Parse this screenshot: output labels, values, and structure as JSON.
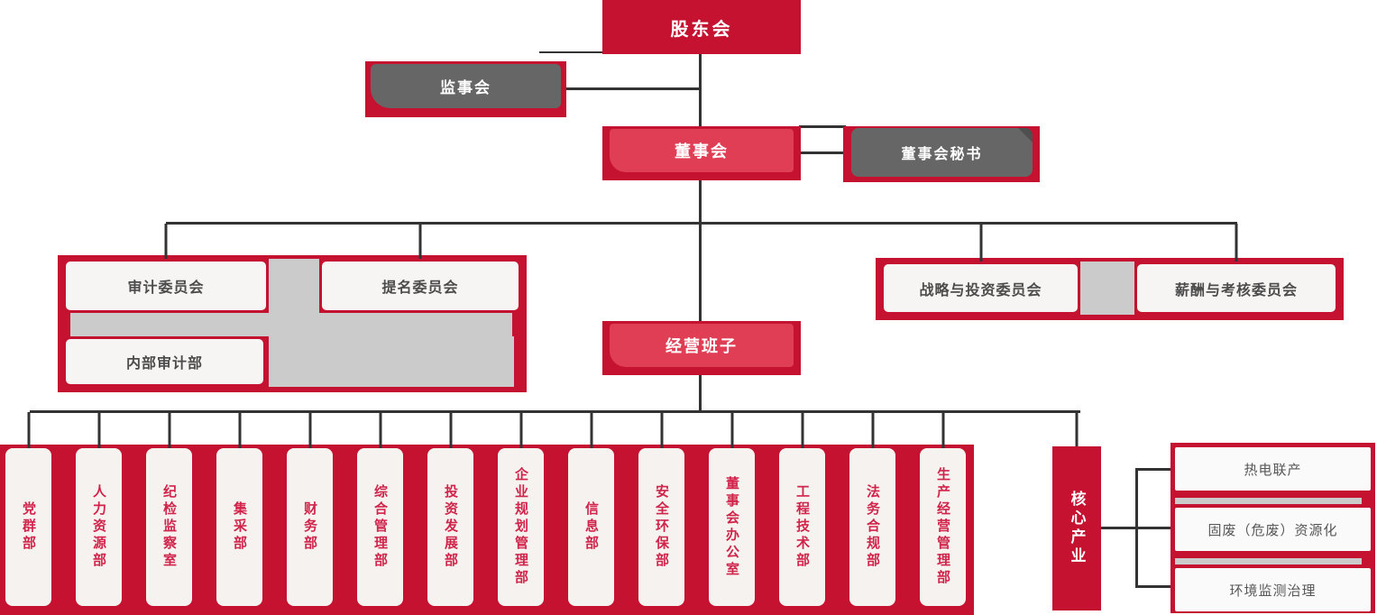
{
  "palette": {
    "crimson": "#c41230",
    "light_red": "#df3e55",
    "gray_box": "#666666",
    "light_gray": "#cbcbcb",
    "line": "#333333",
    "dept_text": "#d0244a",
    "committee_text": "#4c4c4c",
    "industry_text": "#575757"
  },
  "nodes": {
    "shareholders": "股东会",
    "supervisory": "监事会",
    "board": "董事会",
    "board_secretary": "董事会秘书",
    "management": "经营班子",
    "audit_committee": "审计委员会",
    "nomination_committee": "提名委员会",
    "internal_audit": "内部审计部",
    "strategy_committee": "战略与投资委员会",
    "compensation_committee": "薪酬与考核委员会",
    "core_industry": "核心产业"
  },
  "departments": [
    "党群部",
    "人力资源部",
    "纪检监察室",
    "集采部",
    "财务部",
    "综合管理部",
    "投资发展部",
    "企业规划管理部",
    "信息部",
    "安全环保部",
    "董事会办公室",
    "工程技术部",
    "法务合规部",
    "生产经营管理部"
  ],
  "industries": [
    "热电联产",
    "固废（危废）资源化",
    "环境监测治理"
  ]
}
